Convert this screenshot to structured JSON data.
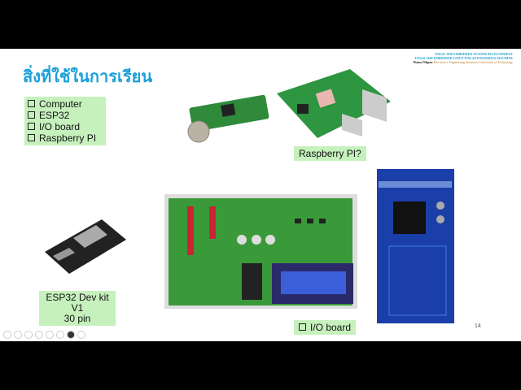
{
  "slide": {
    "title": "สิ่งที่ใช้ในการเรียน",
    "header": {
      "line1": "ENG41 1010 EMBEDDED SYSTEM DEVELOPMENT",
      "line2": "ENG42 1040 EMBEDDED LINUX FOR AUTONOMOUS MACHINE",
      "author": "Wanut Nhpan",
      "affiliation": "Electronics Engineering Suranaree University of Technology"
    },
    "checklist": [
      "Computer",
      "ESP32",
      "I/O board",
      "Raspberry PI"
    ],
    "captions": {
      "rpi": "Raspberry PI?",
      "esp32_line1": "ESP32 Dev kit V1",
      "esp32_line2": "30 pin",
      "io": "I/O board"
    },
    "page_number": "14"
  },
  "colors": {
    "title": "#1aa0d8",
    "caption_bg": "#c6f1bd"
  }
}
